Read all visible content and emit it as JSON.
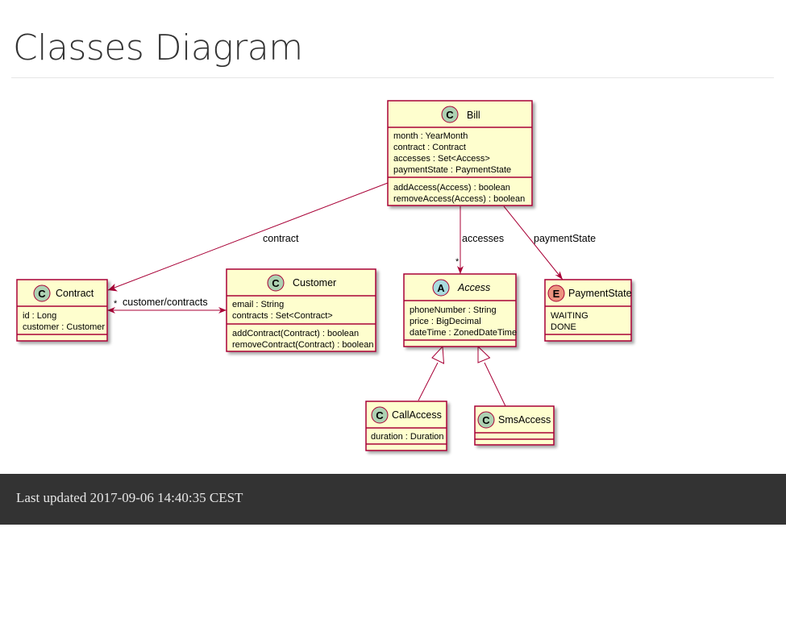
{
  "page": {
    "title": "Classes Diagram"
  },
  "diagram": {
    "classes": {
      "bill": {
        "name": "Bill",
        "kind": "C",
        "fields": [
          "month : YearMonth",
          "contract : Contract",
          "accesses : Set<Access>",
          "paymentState : PaymentState"
        ],
        "methods": [
          "addAccess(Access) : boolean",
          "removeAccess(Access) : boolean"
        ]
      },
      "contract": {
        "name": "Contract",
        "kind": "C",
        "fields": [
          "id : Long",
          "customer : Customer"
        ],
        "methods": []
      },
      "customer": {
        "name": "Customer",
        "kind": "C",
        "fields": [
          "email : String",
          "contracts : Set<Contract>"
        ],
        "methods": [
          "addContract(Contract) : boolean",
          "removeContract(Contract) : boolean"
        ]
      },
      "access": {
        "name": "Access",
        "kind": "A",
        "fields": [
          "phoneNumber : String",
          "price : BigDecimal",
          "dateTime : ZonedDateTime"
        ],
        "methods": []
      },
      "paymentState": {
        "name": "PaymentState",
        "kind": "E",
        "fields": [
          "WAITING",
          "DONE"
        ],
        "methods": []
      },
      "callAccess": {
        "name": "CallAccess",
        "kind": "C",
        "fields": [
          "duration : Duration"
        ],
        "methods": []
      },
      "smsAccess": {
        "name": "SmsAccess",
        "kind": "C",
        "fields": [],
        "methods": []
      }
    },
    "relations": {
      "billContract": {
        "label": "contract"
      },
      "billAccess": {
        "label": "accesses",
        "multiplicity": "*"
      },
      "billPayment": {
        "label": "paymentState"
      },
      "contractCustomer": {
        "label": "customer/contracts",
        "multiplicity": "*"
      }
    },
    "colors": {
      "box_fill": "#FEFECE",
      "border": "#A80036",
      "class_badge": "#ADD1B2",
      "abstract_badge": "#A9DCDF",
      "enum_badge": "#EB937F"
    }
  },
  "footer": {
    "text": "Last updated 2017-09-06 14:40:35 CEST"
  }
}
